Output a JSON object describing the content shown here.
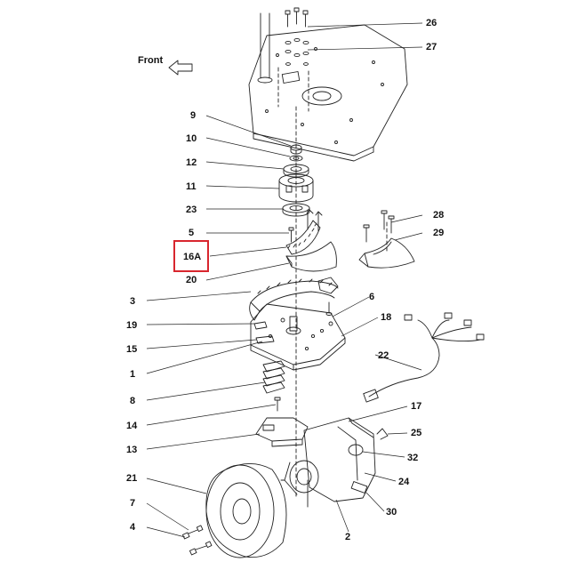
{
  "diagram": {
    "front_label": "Front",
    "highlight_color": "#d8262e",
    "line_color": "#222222",
    "highlighted_part": "16A",
    "callouts": [
      "26",
      "27",
      "9",
      "10",
      "12",
      "11",
      "23",
      "5",
      "16A",
      "20",
      "28",
      "29",
      "3",
      "6",
      "19",
      "18",
      "15",
      "1",
      "22",
      "8",
      "14",
      "17",
      "25",
      "13",
      "32",
      "21",
      "24",
      "7",
      "30",
      "4",
      "2"
    ]
  }
}
